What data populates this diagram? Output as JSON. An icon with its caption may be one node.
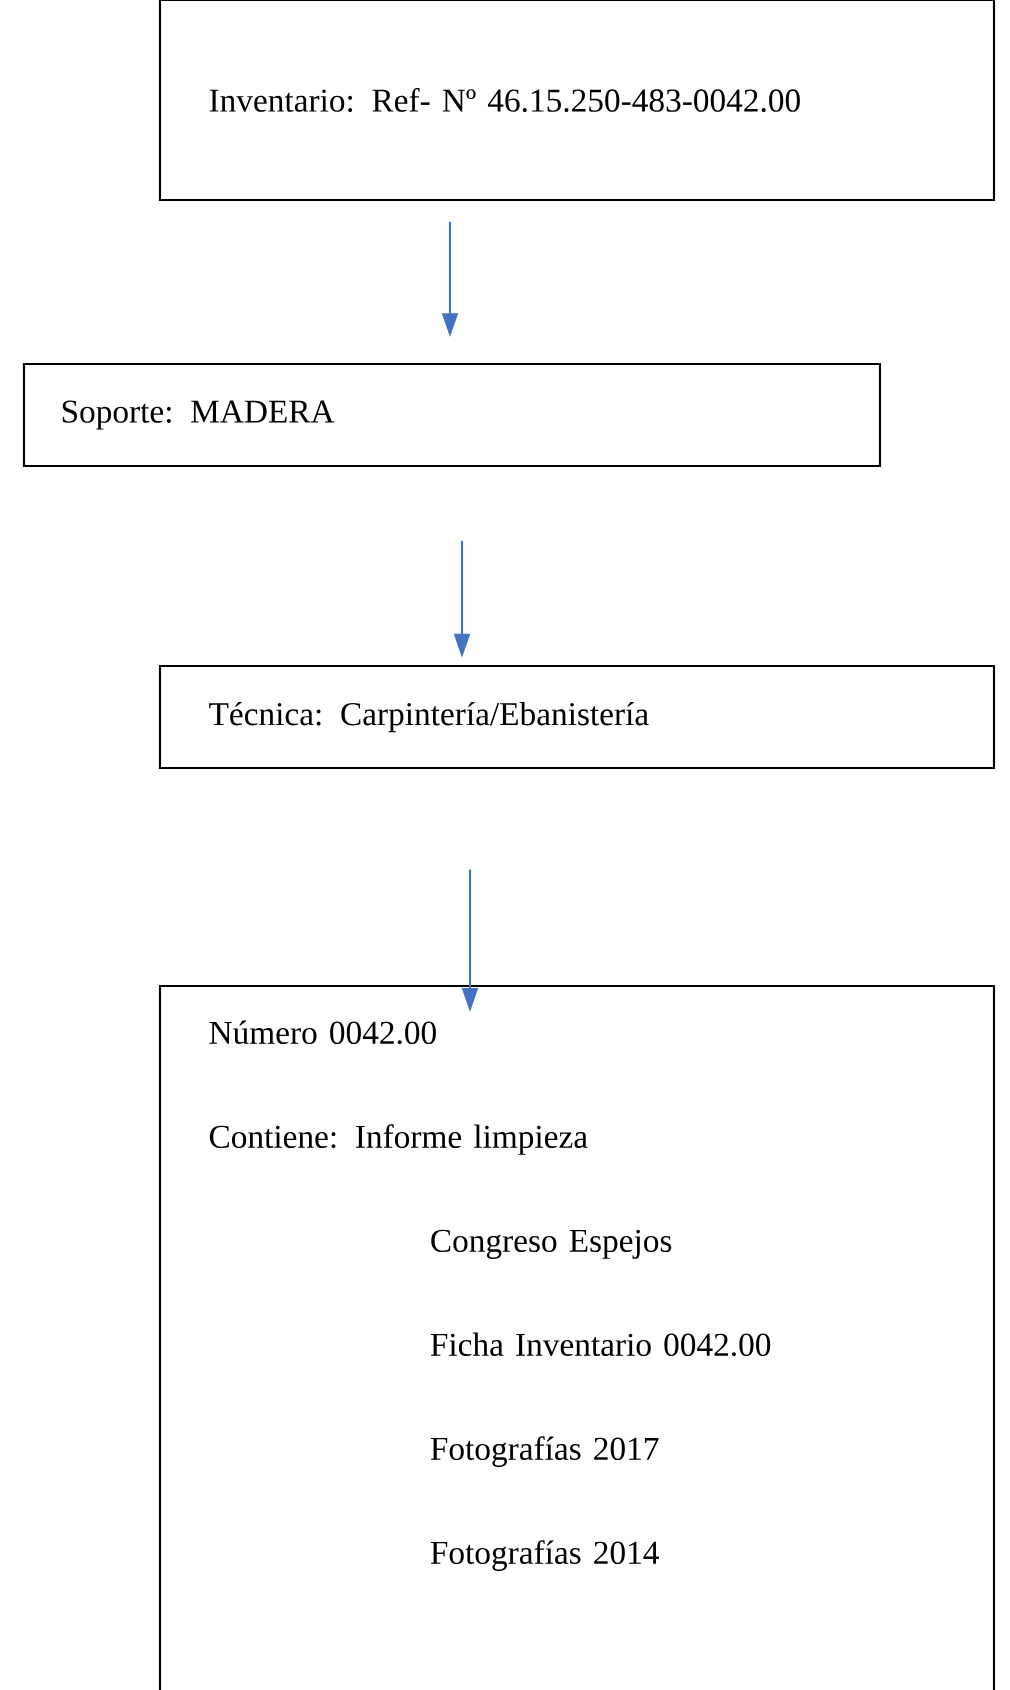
{
  "diagram": {
    "nodes": [
      {
        "text": [
          "Inventario: Ref- Nº 46.15.250-483-0042.00"
        ]
      },
      {
        "text": [
          "Soporte: MADERA"
        ]
      },
      {
        "text": [
          "Técnica: Carpintería/Ebanistería"
        ]
      },
      {
        "text": [
          "Número 0042.00",
          "Contiene: Informe limpieza",
          "Congreso Espejos",
          "Ficha Inventario 0042.00",
          "Fotografías 2017",
          "Fotografías 2014"
        ]
      }
    ],
    "edges": [
      {
        "from": 0,
        "to": 1,
        "arrow": "to"
      },
      {
        "from": 1,
        "to": 2,
        "arrow": "to"
      },
      {
        "from": 2,
        "to": 3,
        "arrow": "to"
      }
    ]
  }
}
